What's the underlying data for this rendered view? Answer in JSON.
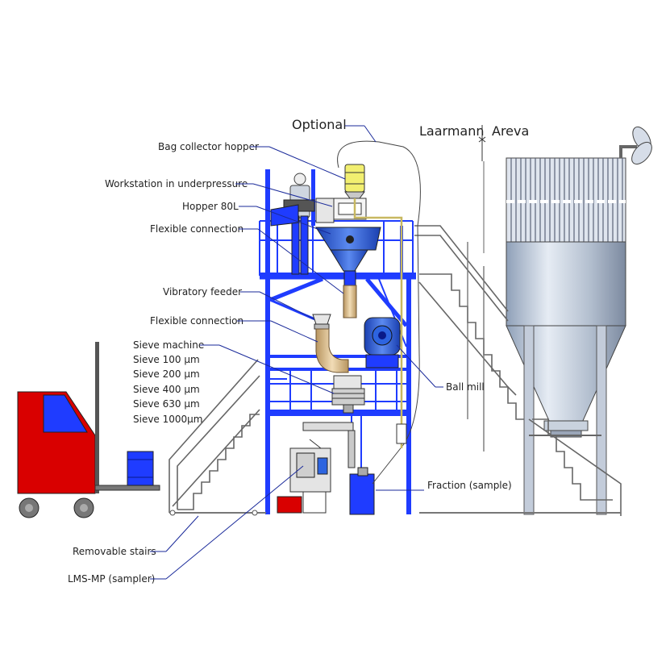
{
  "header": {
    "optional": "Optional",
    "laarmann": "Laarmann",
    "areva": "Areva"
  },
  "labels": {
    "bag_collector_hopper": "Bag collector hopper",
    "workstation": "Workstation in underpressure",
    "hopper": "Hopper 80L",
    "flexible_connection_top": "Flexible connection",
    "vibratory_feeder": "Vibratory feeder",
    "flexible_connection_bottom": "Flexible connection",
    "sieve_machine": "Sieve machine",
    "sieve_sizes": [
      "Sieve 100 µm",
      "Sieve 200 µm",
      "Sieve 400 µm",
      "Sieve 630 µm",
      "Sieve 1000µm"
    ],
    "ball_mill": "Ball mill",
    "fraction": "Fraction (sample)",
    "removable_stairs": "Removable stairs",
    "sampler": "LMS-MP (sampler)"
  },
  "colors": {
    "frame_blue": "#1f3cff",
    "forklift_red": "#d90000",
    "silo_gray": "#b9c4d4",
    "flex_tan": "#d9b98a",
    "hopper_blue": "#2d64e0",
    "lead_line": "#1a2a9a"
  }
}
